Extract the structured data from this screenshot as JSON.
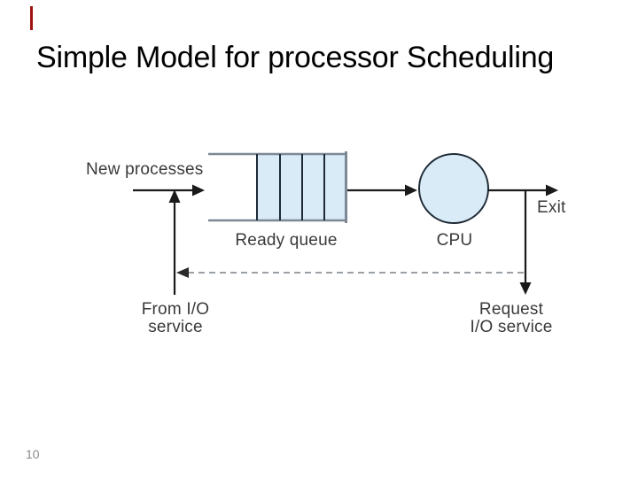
{
  "slide": {
    "title": "Simple Model for processor Scheduling",
    "page_number": "10"
  },
  "diagram": {
    "type": "flow-diagram",
    "description": "Queueing model of processor scheduling",
    "labels": {
      "new_processes": "New processes",
      "ready_queue": "Ready queue",
      "cpu": "CPU",
      "exit": "Exit",
      "from_io_line1": "From I/O",
      "from_io_line2": "service",
      "request_io_line1": "Request",
      "request_io_line2": "I/O service"
    },
    "queue_cells": 4,
    "flows": [
      "New processes -> Ready queue",
      "Ready queue -> CPU",
      "CPU -> Exit",
      "CPU -> Request I/O service",
      "Request I/O service -> From I/O service (dashed return)",
      "From I/O service -> Ready queue"
    ],
    "colors": {
      "shape_fill_blue": "#d8ebf7",
      "shape_outline_dark": "#1e2a35",
      "queue_line_gray": "#7d8894",
      "dashed_line_gray": "#9aa0a6",
      "arrow_black": "#1a1a1a",
      "label_text": "#3a3a3a",
      "accent_red": "#9e1310",
      "page_number_gray": "#8a8a8a"
    }
  }
}
